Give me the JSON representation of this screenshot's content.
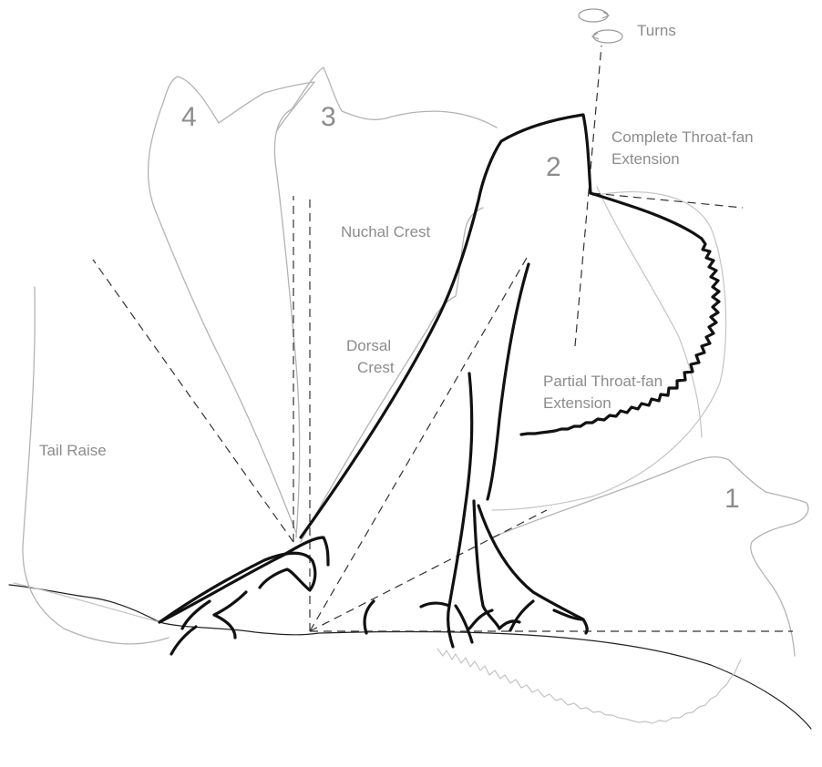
{
  "labels": {
    "turns": "Turns",
    "complete_fan_line1": "Complete Throat-fan",
    "complete_fan_line2": "Extension",
    "nuchal_crest": "Nuchal Crest",
    "dorsal_crest_line1": "Dorsal",
    "dorsal_crest_line2": "Crest",
    "partial_fan_line1": "Partial Throat-fan",
    "partial_fan_line2": "Extension",
    "tail_raise": "Tail Raise"
  },
  "stages": {
    "stage_1": "1",
    "stage_2": "2",
    "stage_3": "3",
    "stage_4": "4"
  },
  "colors": {
    "label": "#8c8c8c",
    "outline_bold": "#111111",
    "outline_faint": "#b3b3b3"
  }
}
